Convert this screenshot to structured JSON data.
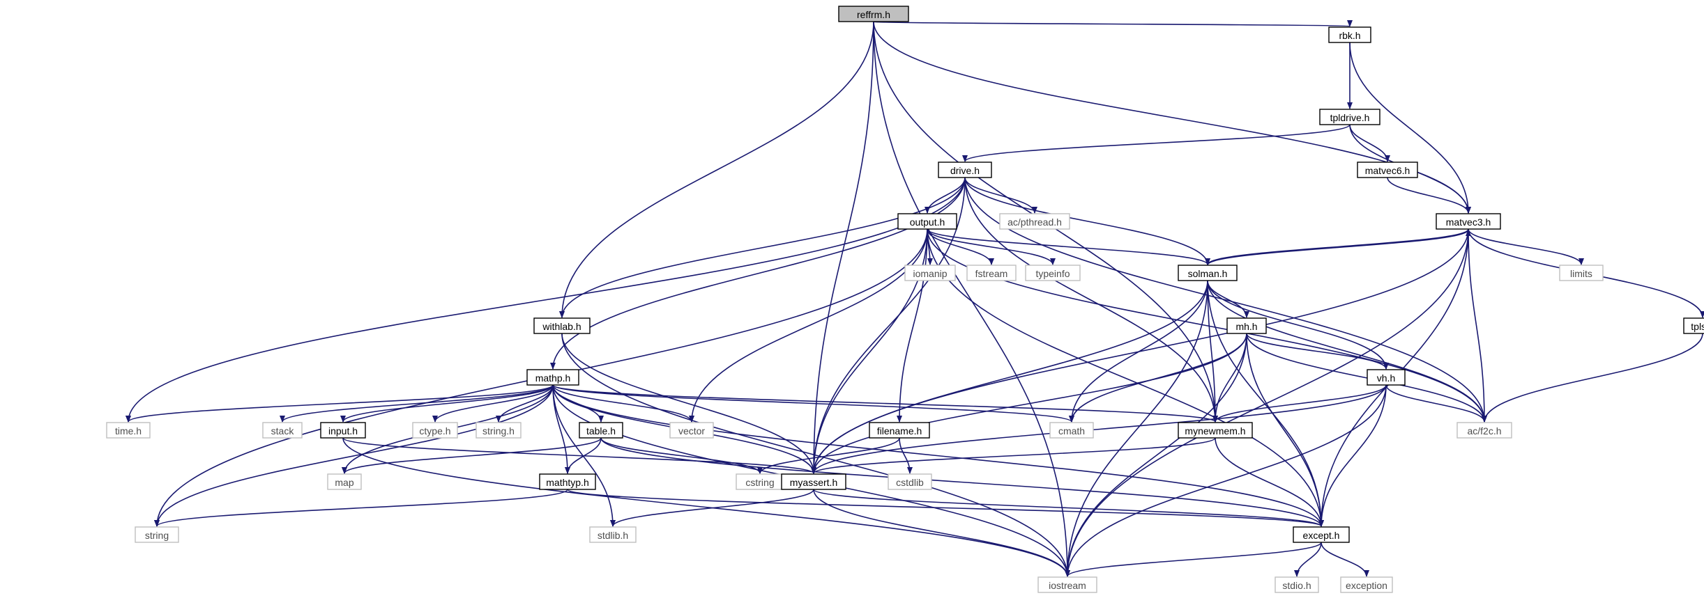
{
  "graph": {
    "colors": {
      "edge": "#191970",
      "root_fill": "#bfbfbf",
      "local_border": "#000000",
      "system_border": "#bfbfbf"
    },
    "nodes": [
      {
        "id": "reffrm",
        "label": "reffrm.h",
        "kind": "root"
      },
      {
        "id": "rbk",
        "label": "rbk.h",
        "kind": "local"
      },
      {
        "id": "tpldrive",
        "label": "tpldrive.h",
        "kind": "local"
      },
      {
        "id": "drive",
        "label": "drive.h",
        "kind": "local"
      },
      {
        "id": "matvec6",
        "label": "matvec6.h",
        "kind": "local"
      },
      {
        "id": "matvec3",
        "label": "matvec3.h",
        "kind": "local"
      },
      {
        "id": "output",
        "label": "output.h",
        "kind": "local"
      },
      {
        "id": "pthread",
        "label": "ac/pthread.h",
        "kind": "system"
      },
      {
        "id": "solman",
        "label": "solman.h",
        "kind": "local"
      },
      {
        "id": "iomanip",
        "label": "iomanip",
        "kind": "system"
      },
      {
        "id": "fstream",
        "label": "fstream",
        "kind": "system"
      },
      {
        "id": "typeinfo",
        "label": "typeinfo",
        "kind": "system"
      },
      {
        "id": "limits",
        "label": "limits",
        "kind": "system"
      },
      {
        "id": "withlab",
        "label": "withlab.h",
        "kind": "local"
      },
      {
        "id": "mh",
        "label": "mh.h",
        "kind": "local"
      },
      {
        "id": "tpls",
        "label": "tpls.h",
        "kind": "local"
      },
      {
        "id": "mathp",
        "label": "mathp.h",
        "kind": "local"
      },
      {
        "id": "vh",
        "label": "vh.h",
        "kind": "local"
      },
      {
        "id": "time",
        "label": "time.h",
        "kind": "system"
      },
      {
        "id": "stack",
        "label": "stack",
        "kind": "system"
      },
      {
        "id": "input",
        "label": "input.h",
        "kind": "local"
      },
      {
        "id": "ctype",
        "label": "ctype.h",
        "kind": "system"
      },
      {
        "id": "stringh",
        "label": "string.h",
        "kind": "system"
      },
      {
        "id": "table",
        "label": "table.h",
        "kind": "local"
      },
      {
        "id": "vector",
        "label": "vector",
        "kind": "system"
      },
      {
        "id": "filename",
        "label": "filename.h",
        "kind": "local"
      },
      {
        "id": "cmath",
        "label": "cmath",
        "kind": "system"
      },
      {
        "id": "mynewmem",
        "label": "mynewmem.h",
        "kind": "local"
      },
      {
        "id": "f2c",
        "label": "ac/f2c.h",
        "kind": "system"
      },
      {
        "id": "map",
        "label": "map",
        "kind": "system"
      },
      {
        "id": "cstring",
        "label": "cstring",
        "kind": "system"
      },
      {
        "id": "mathtyp",
        "label": "mathtyp.h",
        "kind": "local"
      },
      {
        "id": "myassert",
        "label": "myassert.h",
        "kind": "local"
      },
      {
        "id": "cstdlib",
        "label": "cstdlib",
        "kind": "system"
      },
      {
        "id": "string",
        "label": "string",
        "kind": "system"
      },
      {
        "id": "stdlib",
        "label": "stdlib.h",
        "kind": "system"
      },
      {
        "id": "except",
        "label": "except.h",
        "kind": "local"
      },
      {
        "id": "iostream",
        "label": "iostream",
        "kind": "system"
      },
      {
        "id": "stdio",
        "label": "stdio.h",
        "kind": "system"
      },
      {
        "id": "exception",
        "label": "exception",
        "kind": "system"
      }
    ],
    "edges": [
      [
        "reffrm",
        "rbk"
      ],
      [
        "reffrm",
        "matvec3"
      ],
      [
        "reffrm",
        "withlab"
      ],
      [
        "reffrm",
        "myassert"
      ],
      [
        "reffrm",
        "mynewmem"
      ],
      [
        "reffrm",
        "iostream"
      ],
      [
        "rbk",
        "tpldrive"
      ],
      [
        "rbk",
        "matvec3"
      ],
      [
        "tpldrive",
        "drive"
      ],
      [
        "tpldrive",
        "matvec6"
      ],
      [
        "tpldrive",
        "matvec3"
      ],
      [
        "matvec6",
        "matvec3"
      ],
      [
        "drive",
        "output"
      ],
      [
        "drive",
        "pthread"
      ],
      [
        "drive",
        "solman"
      ],
      [
        "drive",
        "withlab"
      ],
      [
        "drive",
        "mathp"
      ],
      [
        "drive",
        "time"
      ],
      [
        "drive",
        "myassert"
      ],
      [
        "drive",
        "mynewmem"
      ],
      [
        "drive",
        "f2c"
      ],
      [
        "output",
        "iomanip"
      ],
      [
        "output",
        "fstream"
      ],
      [
        "output",
        "typeinfo"
      ],
      [
        "output",
        "solman"
      ],
      [
        "output",
        "filename"
      ],
      [
        "output",
        "vector"
      ],
      [
        "output",
        "myassert"
      ],
      [
        "output",
        "string"
      ],
      [
        "output",
        "f2c"
      ],
      [
        "output",
        "except"
      ],
      [
        "matvec3",
        "solman"
      ],
      [
        "matvec3",
        "limits"
      ],
      [
        "matvec3",
        "tpls"
      ],
      [
        "matvec3",
        "f2c"
      ],
      [
        "matvec3",
        "except"
      ],
      [
        "matvec3",
        "iostream"
      ],
      [
        "matvec3",
        "myassert"
      ],
      [
        "solman",
        "matvec3"
      ],
      [
        "solman",
        "mh"
      ],
      [
        "solman",
        "vh"
      ],
      [
        "solman",
        "mynewmem"
      ],
      [
        "solman",
        "cmath"
      ],
      [
        "solman",
        "f2c"
      ],
      [
        "solman",
        "myassert"
      ],
      [
        "solman",
        "iostream"
      ],
      [
        "solman",
        "except"
      ],
      [
        "tpls",
        "f2c"
      ],
      [
        "withlab",
        "myassert"
      ],
      [
        "withlab",
        "iostream"
      ],
      [
        "mh",
        "vh"
      ],
      [
        "mh",
        "cmath"
      ],
      [
        "mh",
        "mynewmem"
      ],
      [
        "mh",
        "f2c"
      ],
      [
        "mh",
        "myassert"
      ],
      [
        "mh",
        "except"
      ],
      [
        "mh",
        "iostream"
      ],
      [
        "vh",
        "mynewmem"
      ],
      [
        "vh",
        "f2c"
      ],
      [
        "vh",
        "myassert"
      ],
      [
        "vh",
        "except"
      ],
      [
        "vh",
        "iostream"
      ],
      [
        "mathp",
        "time"
      ],
      [
        "mathp",
        "stack"
      ],
      [
        "mathp",
        "input"
      ],
      [
        "mathp",
        "ctype"
      ],
      [
        "mathp",
        "stringh"
      ],
      [
        "mathp",
        "table"
      ],
      [
        "mathp",
        "vector"
      ],
      [
        "mathp",
        "cmath"
      ],
      [
        "mathp",
        "mynewmem"
      ],
      [
        "mathp",
        "mathtyp"
      ],
      [
        "mathp",
        "myassert"
      ],
      [
        "mathp",
        "map"
      ],
      [
        "mathp",
        "string"
      ],
      [
        "mathp",
        "stdlib"
      ],
      [
        "mathp",
        "except"
      ],
      [
        "mathp",
        "iostream"
      ],
      [
        "input",
        "myassert"
      ],
      [
        "input",
        "iostream"
      ],
      [
        "table",
        "map"
      ],
      [
        "table",
        "cstring"
      ],
      [
        "table",
        "mathtyp"
      ],
      [
        "table",
        "except"
      ],
      [
        "filename",
        "cstring"
      ],
      [
        "filename",
        "cstdlib"
      ],
      [
        "mynewmem",
        "myassert"
      ],
      [
        "mynewmem",
        "except"
      ],
      [
        "mathtyp",
        "string"
      ],
      [
        "mathtyp",
        "except"
      ],
      [
        "myassert",
        "stdlib"
      ],
      [
        "myassert",
        "iostream"
      ],
      [
        "myassert",
        "except"
      ],
      [
        "except",
        "iostream"
      ],
      [
        "except",
        "stdio"
      ],
      [
        "except",
        "exception"
      ]
    ]
  }
}
